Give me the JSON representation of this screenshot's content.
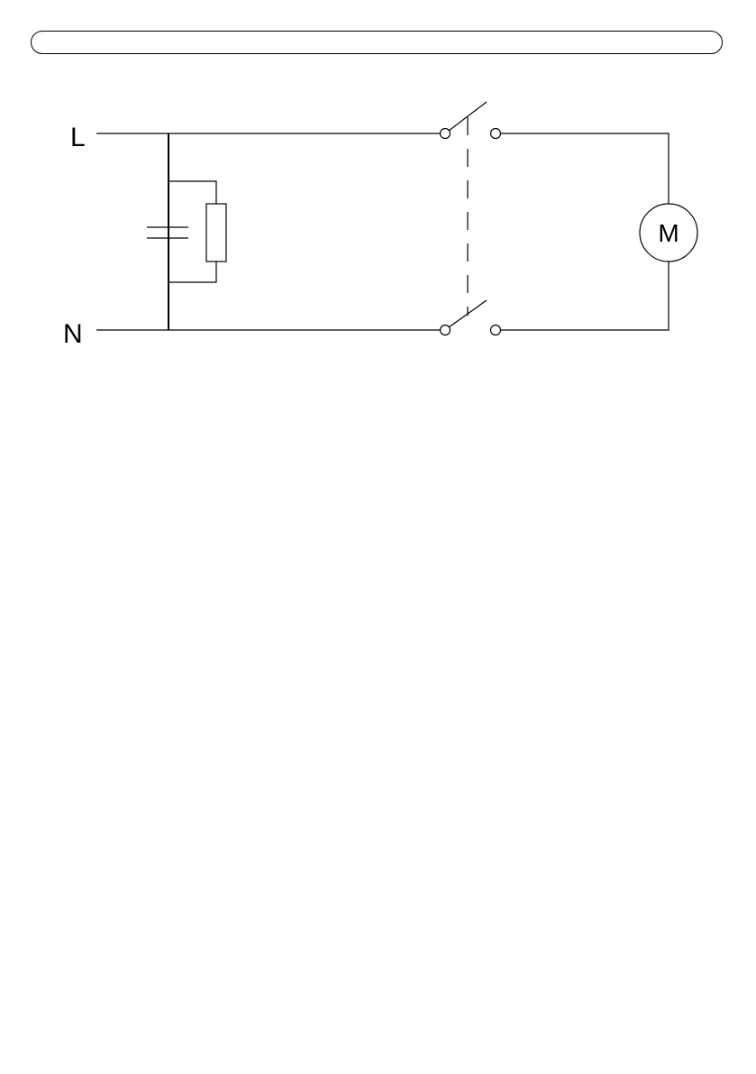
{
  "terminals": {
    "live_label": "L",
    "neutral_label": "N"
  },
  "motor": {
    "label": "M"
  },
  "components": [
    "capacitor",
    "resistor",
    "double-pole-switch",
    "motor"
  ],
  "colors": {
    "line": "#000000",
    "background": "#ffffff"
  }
}
